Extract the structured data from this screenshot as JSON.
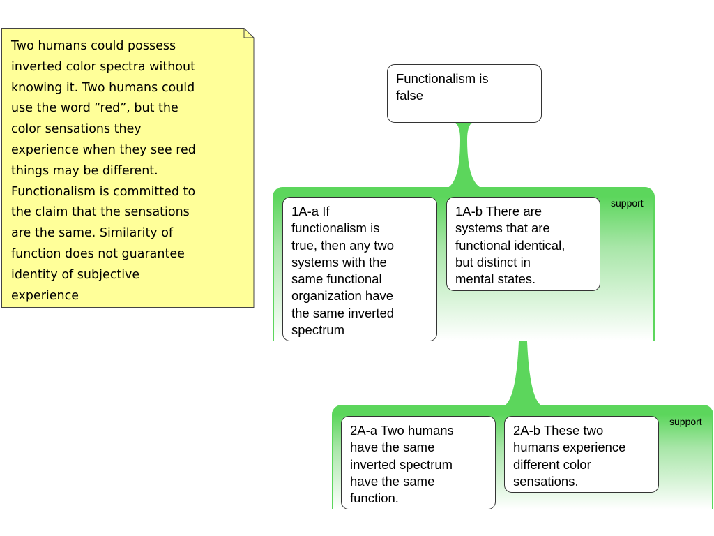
{
  "note": {
    "text": "Two humans could possess\ninverted color spectra without\nknowing it. Two humans could\nuse the word “red”, but the\ncolor sensations they\nexperience when they see red\nthings may be different.\nFunctionalism is committed to\nthe claim that the sensations\nare the same. Similarity of\nfunction does not guarantee\nidentity of subjective\nexperience",
    "color": "#ffff99"
  },
  "root": {
    "text": "Functionalism is\nfalse"
  },
  "groups": [
    {
      "label": "support",
      "nodes": [
        {
          "text": "1A-a If\nfunctionalism is\ntrue, then any two\nsystems with the\nsame functional\norganization have\nthe same inverted\nspectrum"
        },
        {
          "text": "1A-b There are\nsystems that are\nfunctional identical,\nbut distinct in\nmental states."
        }
      ]
    },
    {
      "label": "support",
      "nodes": [
        {
          "text": "2A-a Two humans\nhave the same\ninverted spectrum\nhave the same\nfunction."
        },
        {
          "text": "2A-b These two\nhumans experience\ndifferent color\nsensations."
        }
      ]
    }
  ],
  "colors": {
    "support": "#5cd65c"
  }
}
